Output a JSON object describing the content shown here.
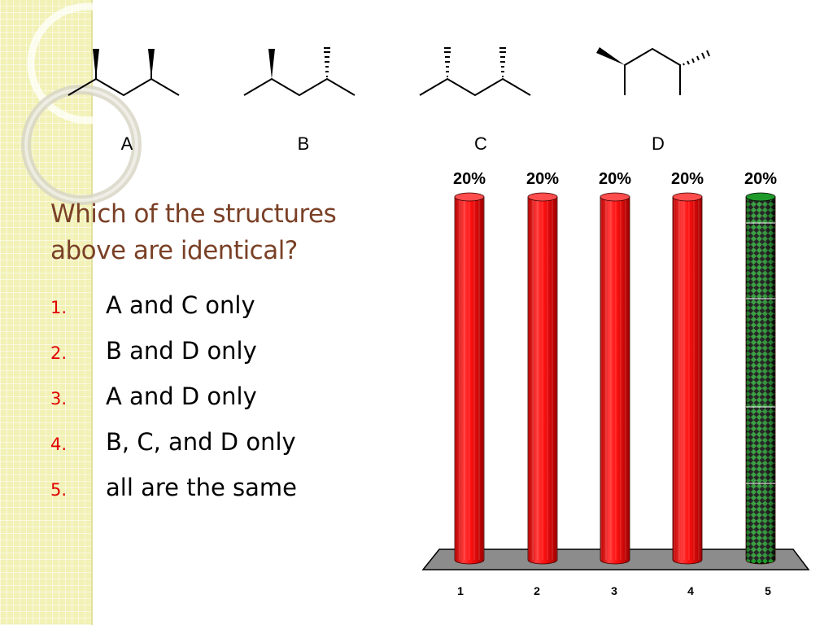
{
  "molecules": {
    "labels": [
      "A",
      "B",
      "C",
      "D"
    ]
  },
  "question": {
    "text": "Which of the structures above are identical?"
  },
  "options": [
    {
      "number": "1.",
      "text": "A and C only"
    },
    {
      "number": "2.",
      "text": "B and D only"
    },
    {
      "number": "3.",
      "text": "A and D only"
    },
    {
      "number": "4.",
      "text": "B, C, and D only"
    },
    {
      "number": "5.",
      "text": "all are the same"
    }
  ],
  "colors": {
    "question_text": "#7a4026",
    "option_number": "#e00000",
    "bar_red": "#ff1a1a",
    "bar_green": "#0b7a1a",
    "floor": "#8c8c8c"
  },
  "chart_data": {
    "type": "bar",
    "title": "",
    "xlabel": "",
    "ylabel": "",
    "categories": [
      "1",
      "2",
      "3",
      "4",
      "5"
    ],
    "values": [
      20,
      20,
      20,
      20,
      20
    ],
    "data_labels": [
      "20%",
      "20%",
      "20%",
      "20%",
      "20%"
    ],
    "ylim": [
      0,
      20
    ],
    "grid": false,
    "legend": "none",
    "bar_styles": [
      "red",
      "red",
      "red",
      "red",
      "green-checker"
    ]
  }
}
